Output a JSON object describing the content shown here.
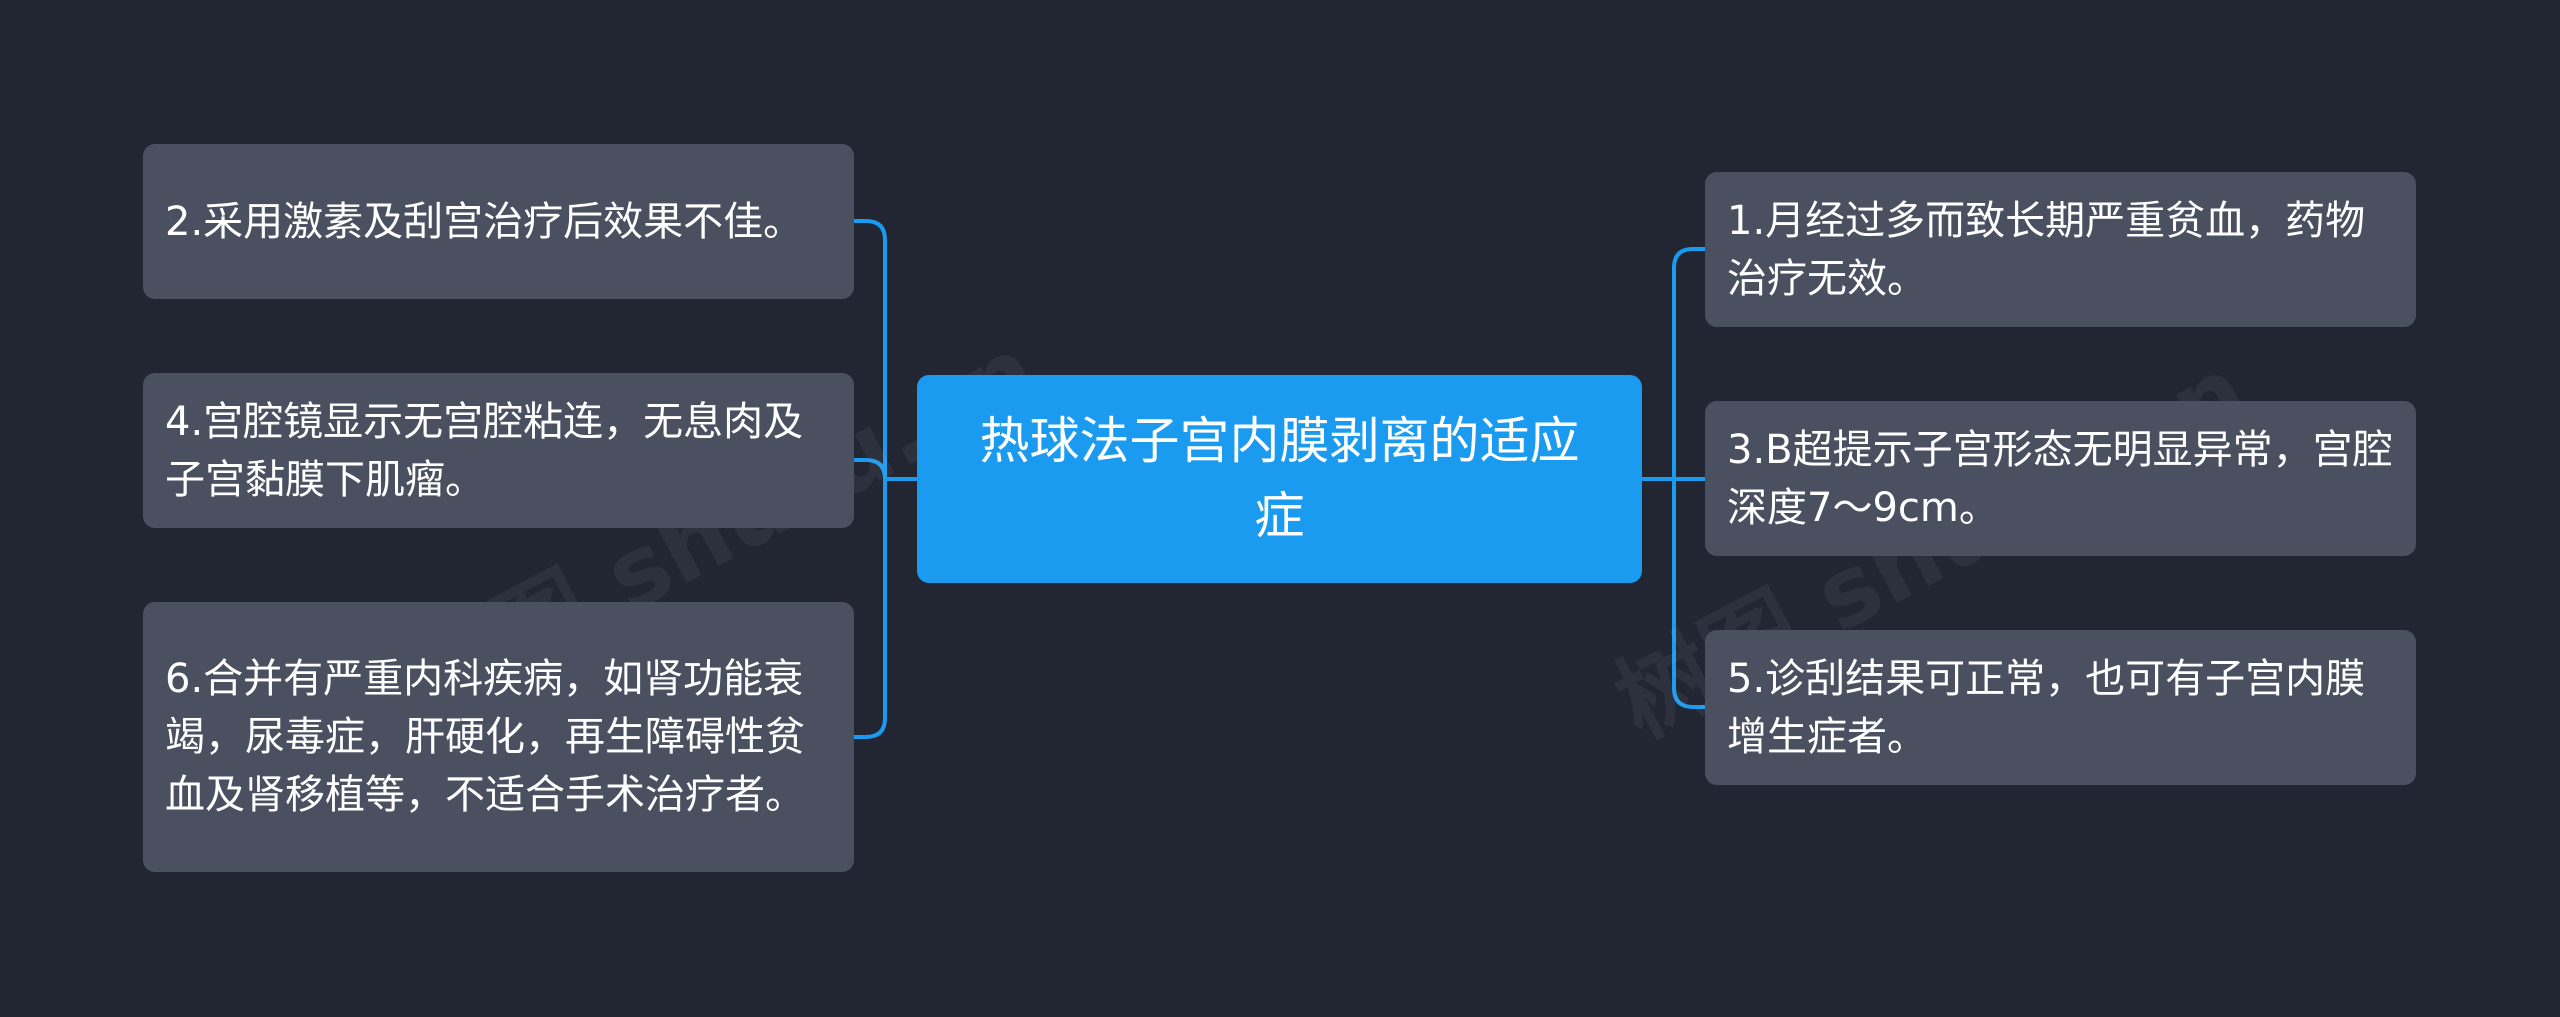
{
  "central": {
    "text": "热球法子宫内膜剥离的适应症"
  },
  "branches": [
    {
      "id": "b2",
      "side": "left",
      "text": "2.采用激素及刮宫治疗后效果不佳。"
    },
    {
      "id": "b4",
      "side": "left",
      "text": "4.宫腔镜显示无宫腔粘连，无息肉及子宫黏膜下肌瘤。"
    },
    {
      "id": "b6",
      "side": "left",
      "text": "6.合并有严重内科疾病，如肾功能衰竭，尿毒症，肝硬化，再生障碍性贫血及肾移植等，不适合手术治疗者。"
    },
    {
      "id": "b1",
      "side": "right",
      "text": "1.月经过多而致长期严重贫血，药物治疗无效。"
    },
    {
      "id": "b3",
      "side": "right",
      "text": "3.B超提示子宫形态无明显异常，宫腔深度7～9cm。"
    },
    {
      "id": "b5",
      "side": "right",
      "text": "5.诊刮结果可正常，也可有子宫内膜增生症者。"
    }
  ],
  "watermark": {
    "text": "树图 shutu.cn"
  },
  "colors": {
    "background": "#222633",
    "central": "#1a9bf0",
    "branch": "#4a5060",
    "connector": "#1a9bf0",
    "text": "#ffffff"
  }
}
